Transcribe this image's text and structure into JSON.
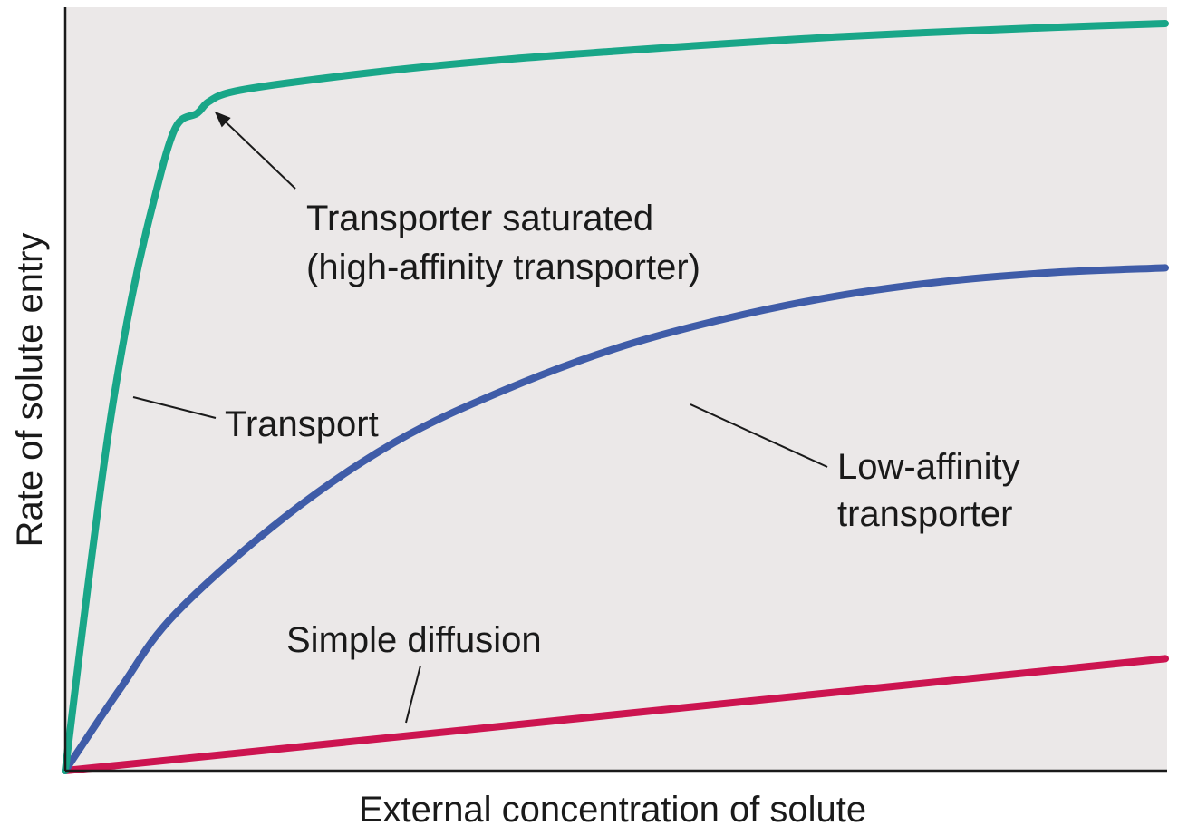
{
  "chart_data": {
    "type": "line",
    "xlabel": "External concentration of solute",
    "ylabel": "Rate of solute entry",
    "xlim": [
      0,
      100
    ],
    "ylim": [
      0,
      100
    ],
    "grid": false,
    "background": "#ebe8e8",
    "series": [
      {
        "id": "transport",
        "color": "#19a688",
        "x": [
          0,
          2,
          4,
          6,
          8,
          10,
          12,
          13,
          15,
          20,
          30,
          40,
          50,
          60,
          70,
          80,
          90,
          100
        ],
        "y": [
          0,
          24,
          46,
          63,
          76,
          86,
          88,
          89.5,
          90.8,
          92,
          93.8,
          95.2,
          96.3,
          97.3,
          98.2,
          98.9,
          99.5,
          100
        ]
      },
      {
        "id": "low-affinity",
        "color": "#3f5ca8",
        "x": [
          0,
          5,
          10,
          20,
          30,
          40,
          50,
          60,
          70,
          80,
          90,
          100
        ],
        "y": [
          0,
          11,
          21,
          34,
          44,
          51,
          56.5,
          60.5,
          63.5,
          65.5,
          66.7,
          67.3
        ]
      },
      {
        "id": "simple-diffusion",
        "color": "#cc1450",
        "x": [
          0,
          100
        ],
        "y": [
          0,
          15
        ]
      }
    ],
    "annotations": [
      {
        "text": [
          "Transporter saturated",
          "(high-affinity transporter)"
        ],
        "target_series": "transport",
        "target_x": 13,
        "arrow": true
      },
      {
        "text": [
          "Transport"
        ],
        "target_series": "transport",
        "target_x": 6,
        "arrow": false
      },
      {
        "text": [
          "Low-affinity",
          "transporter"
        ],
        "target_series": "low-affinity",
        "target_x": 57,
        "arrow": false
      },
      {
        "text": [
          "Simple diffusion"
        ],
        "target_series": "simple-diffusion",
        "target_x": 31,
        "arrow": false
      }
    ]
  }
}
